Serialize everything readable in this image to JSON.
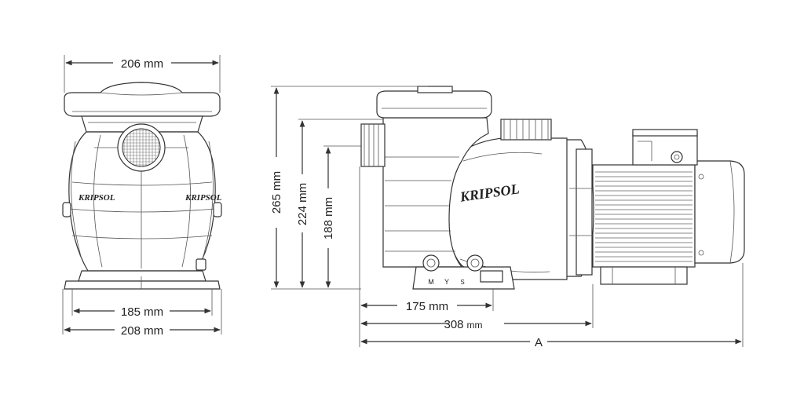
{
  "dimensions": {
    "front_top_width": "206 mm",
    "front_inner_base": "185 mm",
    "front_outer_base": "208 mm",
    "side_height_total": "265 mm",
    "side_height_mid": "224 mm",
    "side_height_inlet": "188 mm",
    "side_len_175": "175 mm",
    "side_len_308_value": "308",
    "side_len_308_unit": "mm",
    "side_len_a": "A"
  },
  "logos": {
    "side_logo": "KRIPSOL",
    "front_logo_left": "KRIPSOL",
    "front_logo_right": "KRIPSOL"
  },
  "ports": {
    "port_m": "M",
    "port_y": "Y",
    "port_s": "S"
  },
  "colors": {
    "line": "#333333",
    "background": "#ffffff"
  }
}
